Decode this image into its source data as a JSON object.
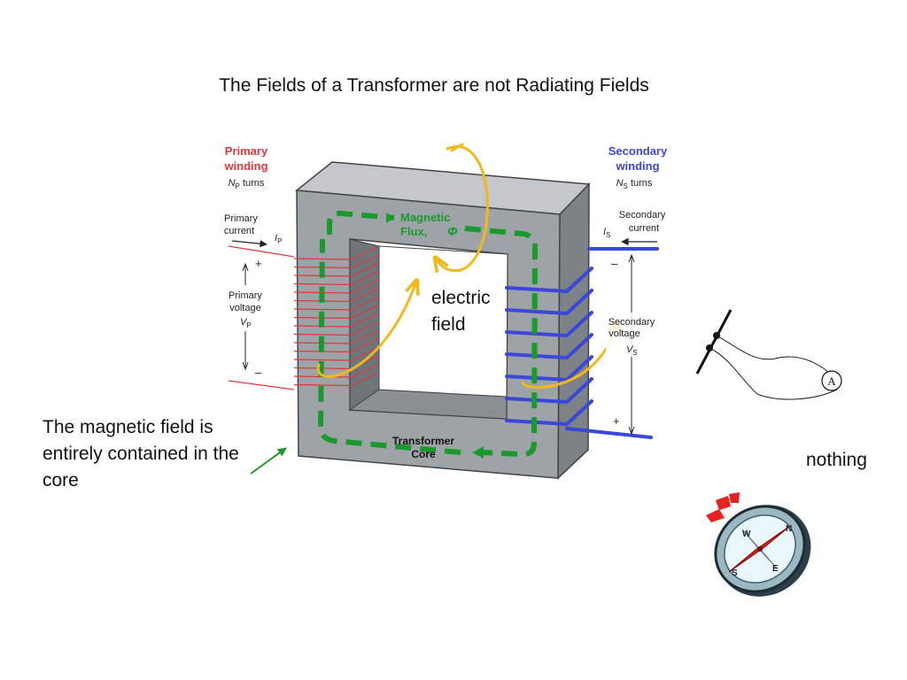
{
  "slide": {
    "title": "The Fields of a Transformer are not Radiating Fields",
    "notes": {
      "electric_field": [
        "electric",
        "field"
      ],
      "magnetic_field": "The magnetic field is entirely contained in the core",
      "nothing": "nothing"
    }
  },
  "diagram": {
    "primary": {
      "winding_title": [
        "Primary",
        "winding"
      ],
      "turns_symbol": "N",
      "turns_sub": "P",
      "turns_text": "turns",
      "current_label": [
        "Primary",
        "current"
      ],
      "current_symbol": "I",
      "current_sub": "P",
      "voltage_label": [
        "Primary",
        "voltage"
      ],
      "voltage_symbol": "V",
      "voltage_sub": "P",
      "plus": "+",
      "minus": "–"
    },
    "secondary": {
      "winding_title": [
        "Secondary",
        "winding"
      ],
      "turns_symbol": "N",
      "turns_sub": "S",
      "turns_text": "turns",
      "current_label": [
        "Secondary",
        "current"
      ],
      "current_symbol": "I",
      "current_sub": "S",
      "voltage_label": [
        "Secondary",
        "voltage"
      ],
      "voltage_symbol": "V",
      "voltage_sub": "S",
      "plus": "+",
      "minus": "–"
    },
    "flux_label": [
      "Magnetic",
      "Flux,"
    ],
    "flux_symbol": "Φ",
    "core_label": [
      "Transformer",
      "Core"
    ],
    "ammeter_symbol": "A",
    "compass_letters": [
      "N",
      "E",
      "S",
      "W"
    ],
    "colors": {
      "core": "#9ea3a8",
      "core_dark": "#6f7479",
      "primary": "#e0383b",
      "secondary": "#3b47d6",
      "flux": "#1a9a2c",
      "electric_arrow": "#f2b91c",
      "annotation_arrow": "#1d9a2a"
    }
  }
}
